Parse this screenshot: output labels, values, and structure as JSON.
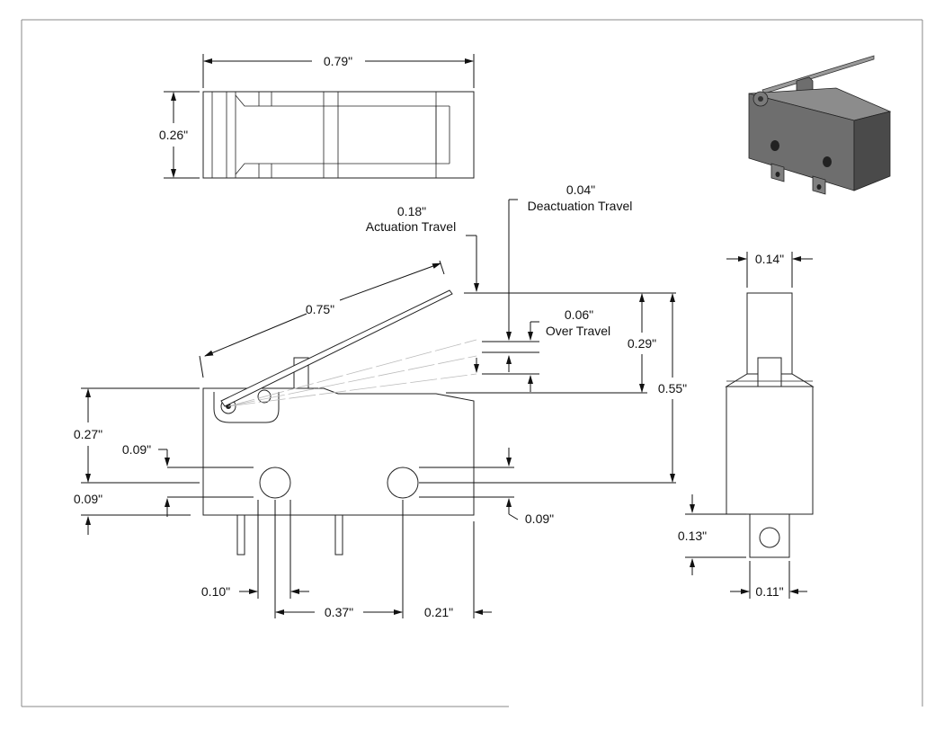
{
  "labels": {
    "top_width": "0.79\"",
    "top_height": "0.26\"",
    "actuation_value": "0.18\"",
    "actuation_label": "Actuation Travel",
    "deactuation_value": "0.04\"",
    "deactuation_label": "Deactuation Travel",
    "over_value": "0.06\"",
    "over_label": "Over Travel",
    "lever_length": "0.75\"",
    "height_029": "0.29\"",
    "height_055": "0.55\"",
    "height_027": "0.27\"",
    "hole_left_upper": "0.09\"",
    "hole_left_lower": "0.09\"",
    "hole_right": "0.09\"",
    "pin_width": "0.10\"",
    "hole_spacing": "0.37\"",
    "right_offset": "0.21\"",
    "side_plunger": "0.14\"",
    "side_terminal_height": "0.13\"",
    "side_terminal_width": "0.11\""
  },
  "colors": {
    "iso_body_top": "#8c8c8c",
    "iso_body_front": "#6e6e6e",
    "iso_body_side": "#4a4a4a"
  }
}
